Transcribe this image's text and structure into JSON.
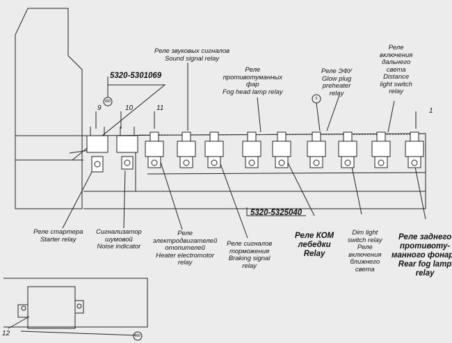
{
  "assemblies": {
    "upper_code": "5320-5301069",
    "lower_code": "5320-5325040"
  },
  "callouts": {
    "n9": "9",
    "n10": "10",
    "n11": "11",
    "n1": "1",
    "n12": "12",
    "circle_top": "800",
    "circle_bottom": "800",
    "circle_glow": "0"
  },
  "labels": {
    "sound_relay": [
      "Реле звуковых сигналов",
      "Sound signal relay"
    ],
    "fog_head_relay": [
      "Реле",
      "противотуманных",
      "фар",
      "Fog head lamp relay"
    ],
    "glow_plug_relay": [
      "Реле ЭФУ",
      "Glow plug",
      "preheater",
      "relay"
    ],
    "distance_light_relay": [
      "Реле",
      "включения",
      "дальнего",
      "света",
      "Distance",
      "light switch",
      "relay"
    ],
    "starter_relay": [
      "Реле стартера",
      "Starter relay"
    ],
    "noise_indicator": [
      "Сигнализатор",
      "шумовой",
      "Noise indicator"
    ],
    "heater_relay": [
      "Реле",
      "электродвигателей",
      "отопителей",
      "Heater electromotor",
      "relay"
    ],
    "braking_relay": [
      "Реле сигналов",
      "торможения",
      "Braking signal",
      "relay"
    ],
    "kom_relay": [
      "Реле КОМ",
      "лебедки",
      "Relay"
    ],
    "dim_light_relay": [
      "Dim light",
      "switch relay",
      "Реле",
      "включения",
      "ближнего",
      "света"
    ],
    "rear_fog_relay": [
      "Реле заднего",
      "противоту-",
      "манного фонаря",
      "Rear fog lamp",
      "relay"
    ]
  }
}
